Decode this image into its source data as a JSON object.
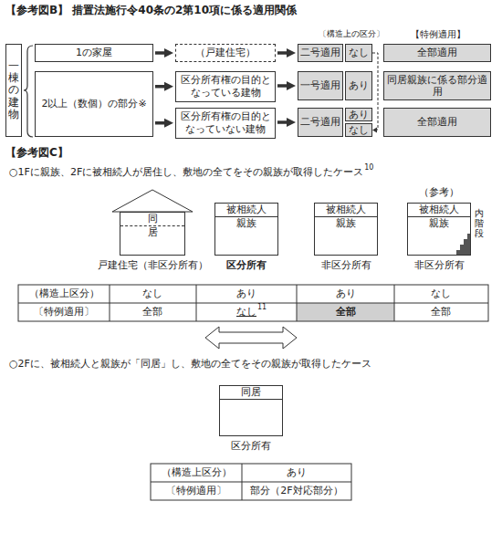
{
  "diagram": {
    "nodes": [
      {
        "text": [
          "一棟の建物"
        ]
      },
      {
        "text": [
          "1の家屋"
        ]
      },
      {
        "text": [
          "（戸建住宅）"
        ]
      },
      {
        "text": [
          "二号適用"
        ]
      },
      {
        "text": [
          "なし"
        ]
      },
      {
        "text": [
          "全部適用"
        ]
      },
      {
        "text": [
          "2以上（数個）の部分※"
        ]
      },
      {
        "text": [
          "区分所有権の目的となっている建物"
        ]
      },
      {
        "text": [
          "一号適用"
        ]
      },
      {
        "text": [
          "あり"
        ]
      },
      {
        "text": [
          "同居親族に係る部分適用"
        ]
      },
      {
        "text": [
          "区分所有権の目的となっていない建物"
        ]
      },
      {
        "text": [
          "二号適用"
        ]
      },
      {
        "text": [
          "あり"
        ]
      },
      {
        "text": [
          "なし"
        ]
      },
      {
        "text": [
          "全部適用"
        ]
      },
      {
        "text": [
          "同",
          "居"
        ]
      },
      {
        "text": [
          "被相続人",
          "親族"
        ]
      },
      {
        "text": [
          "被相続人",
          "親族"
        ]
      },
      {
        "text": [
          "被相続人",
          "親族"
        ]
      },
      {
        "text": [
          "同居"
        ]
      }
    ],
    "edges": [
      {
        "from": 1,
        "to": 2,
        "arrow": "to"
      },
      {
        "from": 2,
        "to": 3,
        "arrow": "to"
      },
      {
        "from": 6,
        "to": 7,
        "arrow": "to"
      },
      {
        "from": 6,
        "to": 11,
        "arrow": "to"
      },
      {
        "from": 7,
        "to": 8,
        "arrow": "to"
      },
      {
        "from": 11,
        "to": 12,
        "arrow": "to"
      }
    ],
    "labels": [
      "【参考図B】 措置法施行令40条の2第10項に係る適用関係",
      "〔構造上の区分〕",
      "【特例適用】",
      "【参考図C】",
      "○1Fに親族、2Fに被相続人が居住し、敷地の全てをその親族が取得したケース",
      "10",
      "（参考）",
      "内階段",
      "戸建住宅（非区分所有）",
      "区分所有",
      "非区分所有",
      "非区分所有",
      "（構造上区分）",
      "なし",
      "あり",
      "あり",
      "なし",
      "〔特例適用〕",
      "全部",
      "なし",
      "11",
      "全部",
      "全部",
      "○2Fに、被相続人と親族が「同居」し、敷地の全てをその親族が取得したケース",
      "区分所有",
      "（構造上区分）",
      "あり",
      "〔特例適用〕",
      "部分（2F対応部分）"
    ]
  }
}
